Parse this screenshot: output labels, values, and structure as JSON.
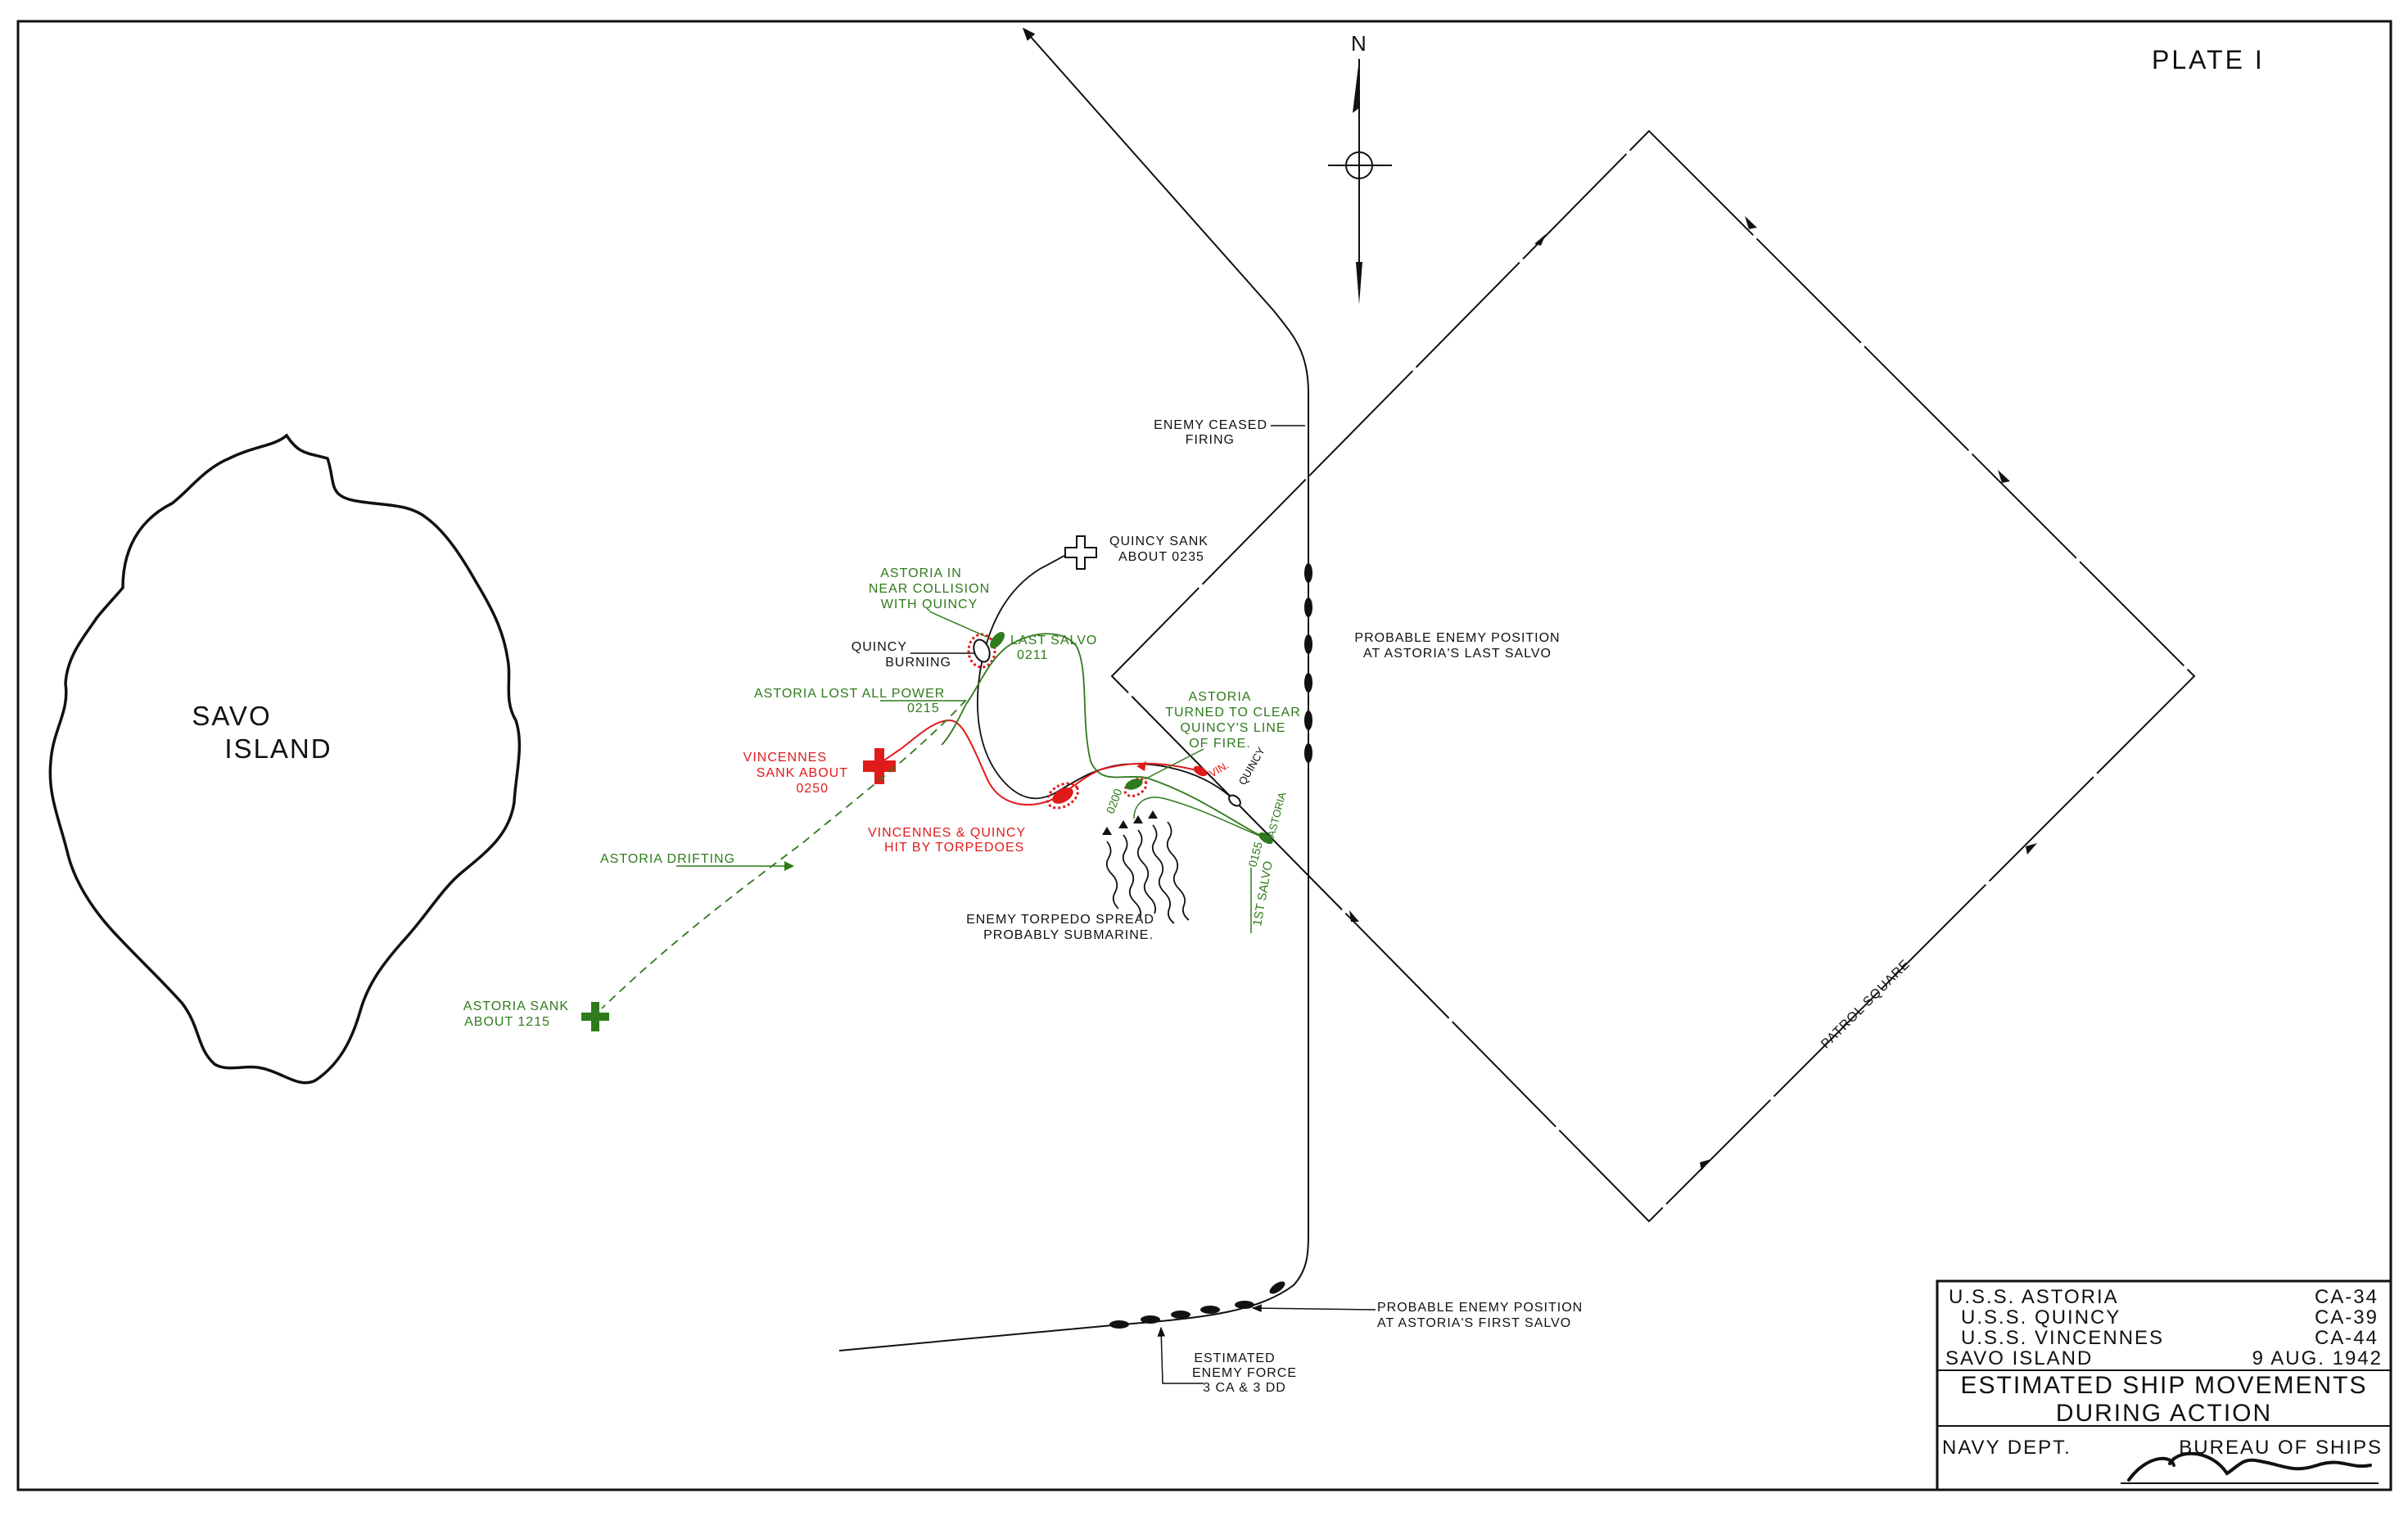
{
  "plate_label": "PLATE I",
  "north_label": "N",
  "colors": {
    "ink": "#111111",
    "astoria": "#2f7a1c",
    "vincennes": "#e01b1b"
  },
  "island": {
    "name_line1": "SAVO",
    "name_line2": "ISLAND"
  },
  "labels": {
    "enemy_ceased_1": "ENEMY CEASED",
    "enemy_ceased_2": "FIRING",
    "quincy_sank_1": "QUINCY SANK",
    "quincy_sank_2": "ABOUT 0235",
    "astoria_near_1": "ASTORIA IN",
    "astoria_near_2": "NEAR COLLISION",
    "astoria_near_3": "WITH QUINCY",
    "quincy_burning_1": "QUINCY",
    "quincy_burning_2": "BURNING",
    "last_salvo": "LAST SALVO",
    "last_salvo_time": "0211",
    "probable_last_1": "PROBABLE ENEMY POSITION",
    "probable_last_2": "AT ASTORIA'S LAST SALVO",
    "astoria_lost_1": "ASTORIA  LOST ALL POWER",
    "astoria_lost_2": "0215",
    "astoria_turned_1": "ASTORIA",
    "astoria_turned_2": "TURNED TO CLEAR",
    "astoria_turned_3": "QUINCY'S  LINE",
    "astoria_turned_4": "OF FIRE.",
    "vincennes_sank_1": "VINCENNES",
    "vincennes_sank_2": "SANK ABOUT",
    "vincennes_sank_3": "0250",
    "vin_marker": "VIN.",
    "quincy_marker": "QUINCY",
    "astoria_marker": "ASTORIA",
    "time_0200": "0200",
    "time_0155": "0155",
    "first_salvo": "1ST SALVO",
    "vq_hit_1": "VINCENNES & QUINCY",
    "vq_hit_2": "HIT BY TORPEDOES",
    "astoria_drifting": "ASTORIA  DRIFTING",
    "torpedo_1": "ENEMY TORPEDO SPREAD",
    "torpedo_2": "PROBABLY  SUBMARINE.",
    "astoria_sank_1": "ASTORIA SANK",
    "astoria_sank_2": "ABOUT 1215",
    "patrol_square": "PATROL   SQUARE",
    "probable_first_1": "PROBABLE ENEMY POSITION",
    "probable_first_2": "AT ASTORIA'S FIRST SALVO",
    "estimated_1": "ESTIMATED",
    "estimated_2": "ENEMY FORCE",
    "estimated_3": "3 CA  &  3 DD"
  },
  "title_block": {
    "ships": [
      {
        "name": "U.S.S. ASTORIA",
        "hull": "CA-34"
      },
      {
        "name": "U.S.S. QUINCY",
        "hull": "CA-39"
      },
      {
        "name": "U.S.S. VINCENNES",
        "hull": "CA-44"
      }
    ],
    "location": "SAVO  ISLAND",
    "date": "9  AUG.  1942",
    "title_1": "ESTIMATED  SHIP MOVEMENTS",
    "title_2": "DURING  ACTION",
    "dept": "NAVY  DEPT.",
    "bureau": "BUREAU OF SHIPS",
    "signature": "C.D.Wheelock"
  }
}
